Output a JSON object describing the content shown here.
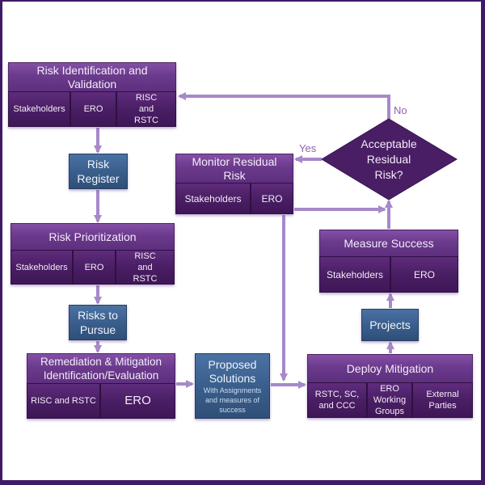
{
  "colors": {
    "frame": "#3f1a66",
    "arrow": "#a788c9",
    "process_header": "#6b3a8c",
    "process_cell": "#4a1e64",
    "artifact_box": "#3a5f8d",
    "decision": "#4a1e64",
    "label_text": "#8d63b5"
  },
  "nodes": {
    "risk_identification": {
      "title": "Risk Identification and Validation",
      "cells": [
        "Stakeholders",
        "ERO",
        "RISC and RSTC"
      ]
    },
    "risk_register": {
      "title": "Risk Register"
    },
    "risk_prioritization": {
      "title": "Risk Prioritization",
      "cells": [
        "Stakeholders",
        "ERO",
        "RISC and RSTC"
      ]
    },
    "risks_to_pursue": {
      "title": "Risks to Pursue"
    },
    "remediation": {
      "title": "Remediation & Mitigation Identification/Evaluation",
      "cells": [
        "RISC and RSTC",
        "ERO"
      ]
    },
    "proposed_solutions": {
      "title": "Proposed Solutions",
      "subtitle": "With Assignments and measures of success"
    },
    "deploy_mitigation": {
      "title": "Deploy Mitigation",
      "cells": [
        "RSTC, SC, and CCC",
        "ERO Working Groups",
        "External Parties"
      ]
    },
    "projects": {
      "title": "Projects"
    },
    "measure_success": {
      "title": "Measure Success",
      "cells": [
        "Stakeholders",
        "ERO"
      ]
    },
    "decision": {
      "title": "Acceptable Residual Risk?"
    },
    "monitor_residual": {
      "title": "Monitor Residual Risk",
      "cells": [
        "Stakeholders",
        "ERO"
      ]
    }
  },
  "edge_labels": {
    "yes": "Yes",
    "no": "No"
  },
  "edges": [
    {
      "from": "risk_identification",
      "to": "risk_register"
    },
    {
      "from": "risk_register",
      "to": "risk_prioritization"
    },
    {
      "from": "risk_prioritization",
      "to": "risks_to_pursue"
    },
    {
      "from": "risks_to_pursue",
      "to": "remediation"
    },
    {
      "from": "remediation",
      "to": "proposed_solutions"
    },
    {
      "from": "proposed_solutions",
      "to": "deploy_mitigation"
    },
    {
      "from": "deploy_mitigation",
      "to": "projects"
    },
    {
      "from": "projects",
      "to": "measure_success"
    },
    {
      "from": "measure_success",
      "to": "decision"
    },
    {
      "from": "decision",
      "to": "monitor_residual",
      "label": "Yes"
    },
    {
      "from": "decision",
      "to": "risk_identification",
      "label": "No"
    },
    {
      "from": "monitor_residual",
      "to": "decision"
    },
    {
      "from": "monitor_residual",
      "to": "deploy_mitigation"
    }
  ]
}
